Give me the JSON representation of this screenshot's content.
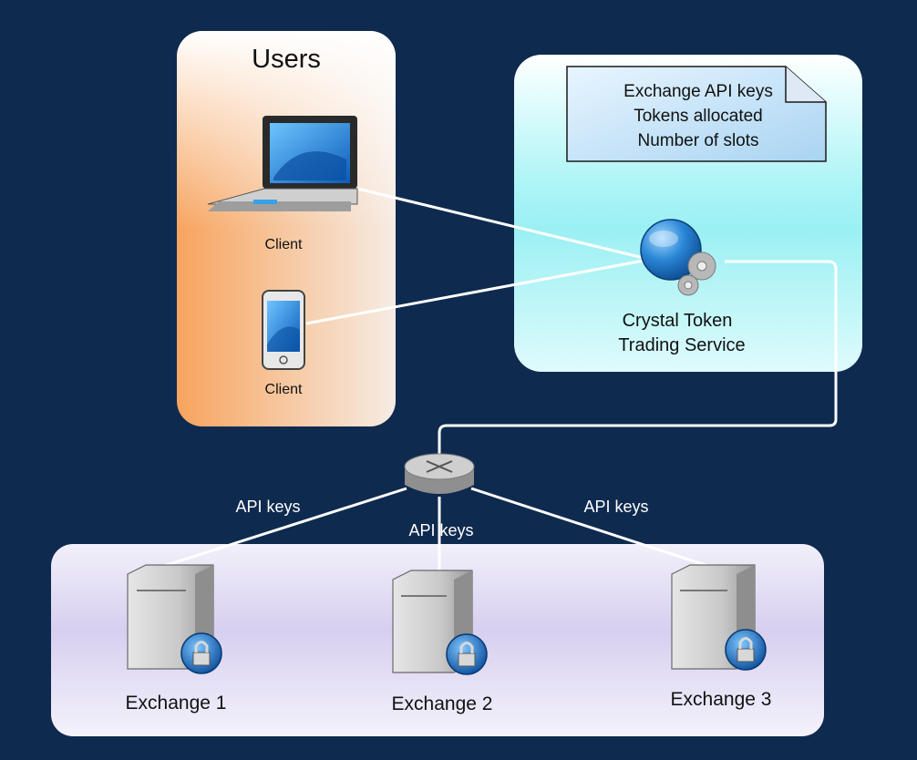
{
  "users": {
    "title": "Users",
    "clients": [
      "Client",
      "Client"
    ]
  },
  "service": {
    "note_lines": [
      "Exchange API keys",
      "Tokens allocated",
      "Number of slots"
    ],
    "name_lines": [
      "Crystal Token",
      "Trading Service"
    ]
  },
  "links": {
    "api_left": "API keys",
    "api_middle": "API keys",
    "api_right": "API keys"
  },
  "exchanges": [
    "Exchange 1",
    "Exchange 2",
    "Exchange 3"
  ],
  "colors": {
    "background": "#0f2a4f",
    "connector": "#ffffff",
    "service_panel": "#9ef3f5",
    "users_panel": "#f7a45e",
    "exchanges_panel": "#d9d2f1"
  },
  "icons": [
    "laptop-icon",
    "phone-icon",
    "globe-gears-icon",
    "router-icon",
    "server-lock-icon",
    "document-note-icon"
  ]
}
